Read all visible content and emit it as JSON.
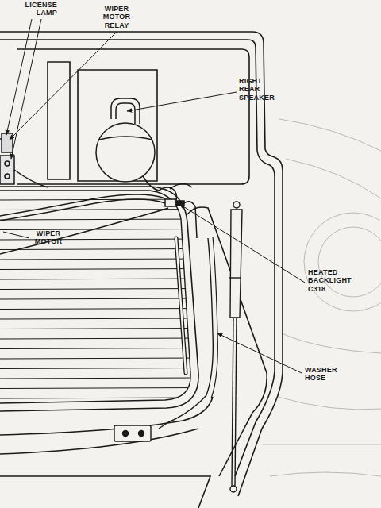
{
  "diagram": {
    "labels": [
      "LICENSE LAMP",
      "WIPER MOTOR RELAY",
      "RIGHT REAR SPEAKER",
      "WIPER MOTOR",
      "HEATED BACKLIGHT C318",
      "WASHER HOSE"
    ]
  }
}
